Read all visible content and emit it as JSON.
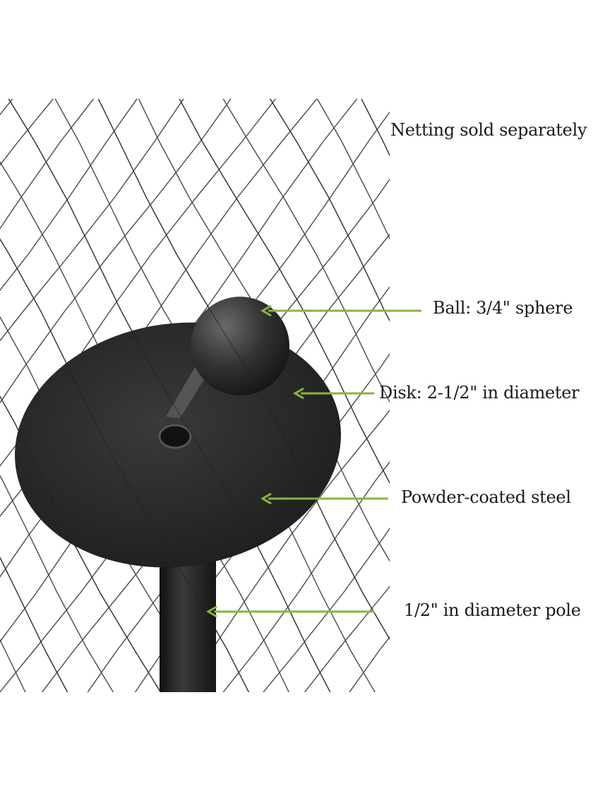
{
  "labels": {
    "netting": "Netting sold separately",
    "ball": "Ball: 3/4\" sphere",
    "disk": "Disk: 2-1/2\" in diameter",
    "material": "Powder-coated steel",
    "pole": "1/2\" in diameter pole"
  },
  "colors": {
    "arrow": "#8db33a",
    "metal": "#2b2b2b",
    "net": "#1e1e1e"
  }
}
